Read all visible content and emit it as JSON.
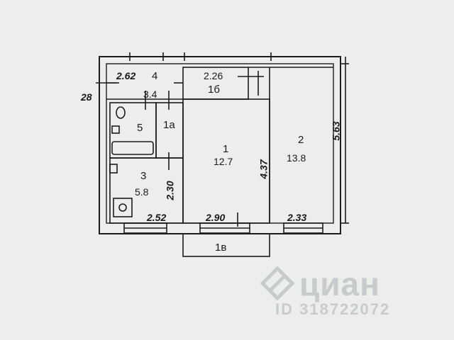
{
  "plan": {
    "rooms": [
      {
        "id": "room-1",
        "number": "1",
        "area": "12.7"
      },
      {
        "id": "room-2",
        "number": "2",
        "area": "13.8"
      },
      {
        "id": "room-3",
        "number": "3",
        "area": "5.8"
      },
      {
        "id": "room-4",
        "number": "4",
        "area": "3.4"
      },
      {
        "id": "room-5",
        "number": "5"
      },
      {
        "id": "room-1a",
        "number": "1а"
      },
      {
        "id": "room-1b",
        "number": "1б"
      },
      {
        "id": "room-1v",
        "number": "1в"
      }
    ],
    "dimensions": {
      "d_2_62": "2.62",
      "d_2_26": "2.26",
      "d_28": "28",
      "d_5_63": "5.63",
      "d_4_37": "4.37",
      "d_2_30": "2.30",
      "d_2_52": "2.52",
      "d_2_90": "2.90",
      "d_2_33": "2.33"
    }
  },
  "watermark": {
    "brand": "циан",
    "id": "ID 318722072"
  }
}
